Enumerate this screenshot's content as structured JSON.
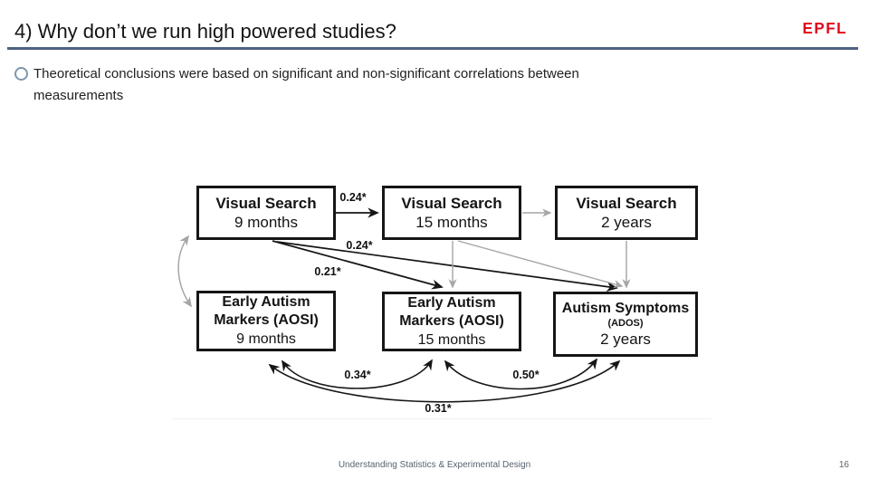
{
  "header": {
    "title": "4) Why don’t we run high powered studies?",
    "logo_text": "EPFL"
  },
  "bullet": {
    "text": "Theoretical conclusions were based on significant and non-significant correlations between measurements"
  },
  "diagram": {
    "boxes": [
      {
        "id": "visual-search-9m",
        "lines": [
          "Visual Search",
          "9 months"
        ]
      },
      {
        "id": "visual-search-15m",
        "lines": [
          "Visual Search",
          "15 months"
        ]
      },
      {
        "id": "visual-search-2y",
        "lines": [
          "Visual Search",
          "2 years"
        ]
      },
      {
        "id": "early-autism-markers-9m",
        "lines": [
          "Early Autism",
          "Markers (AOSI)",
          "9 months"
        ]
      },
      {
        "id": "early-autism-markers-15m",
        "lines": [
          "Early Autism",
          "Markers (AOSI)",
          "15 months"
        ]
      },
      {
        "id": "autism-symptoms-2y",
        "lines": [
          "Autism Symptoms",
          "(ADOS)",
          "2 years"
        ]
      }
    ],
    "edges": [
      {
        "from": "visual-search-9m",
        "to": "visual-search-15m",
        "label": "0.24*",
        "color": "black",
        "style": "straight-arrow"
      },
      {
        "from": "visual-search-15m",
        "to": "visual-search-2y",
        "label": "",
        "color": "gray",
        "style": "straight-arrow"
      },
      {
        "from": "visual-search-9m",
        "to": "early-autism-markers-15m",
        "label": "0.24*",
        "color": "black",
        "style": "straight-arrow"
      },
      {
        "from": "visual-search-9m",
        "to": "autism-symptoms-2y",
        "label": "0.21*",
        "color": "black",
        "style": "straight-arrow"
      },
      {
        "from": "visual-search-15m",
        "to": "early-autism-markers-15m",
        "label": "",
        "color": "gray",
        "style": "straight-arrow"
      },
      {
        "from": "visual-search-15m",
        "to": "autism-symptoms-2y",
        "label": "",
        "color": "gray",
        "style": "straight-arrow"
      },
      {
        "from": "visual-search-2y",
        "to": "autism-symptoms-2y",
        "label": "",
        "color": "gray",
        "style": "straight-arrow"
      },
      {
        "from": "visual-search-9m",
        "to": "early-autism-markers-9m",
        "label": "",
        "color": "gray",
        "style": "curved-double-arrow"
      },
      {
        "from": "early-autism-markers-9m",
        "to": "early-autism-markers-15m",
        "label": "0.34*",
        "color": "black",
        "style": "curved-double-arrow"
      },
      {
        "from": "early-autism-markers-15m",
        "to": "autism-symptoms-2y",
        "label": "0.50*",
        "color": "black",
        "style": "curved-double-arrow"
      },
      {
        "from": "early-autism-markers-9m",
        "to": "autism-symptoms-2y",
        "label": "0.31*",
        "color": "black",
        "style": "curved-double-arrow"
      }
    ]
  },
  "footer": {
    "text": "Understanding Statistics & Experimental Design",
    "page_number": "16"
  },
  "colors": {
    "accent_rule": "#4d6180",
    "logo_red": "#e20a1c",
    "edge_black": "#161616",
    "edge_gray": "#a6a6a6",
    "bullet_circle": "#7d97ad",
    "footer_text": "#56636e"
  }
}
